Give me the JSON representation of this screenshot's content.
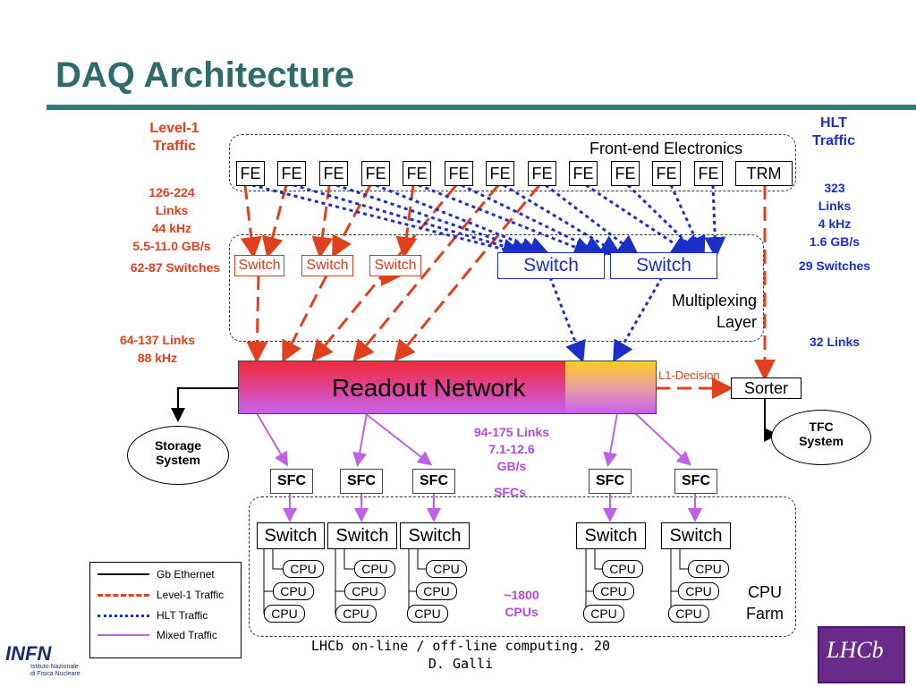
{
  "title": "DAQ Architecture",
  "labels": {
    "level1_traffic": [
      "Level-1",
      "Traffic"
    ],
    "hlt_traffic": [
      "HLT",
      "Traffic"
    ],
    "front_end_electronics": "Front-end Electronics",
    "multiplexing_layer": [
      "Multiplexing",
      "Layer"
    ],
    "readout_network": "Readout Network",
    "l1_decision": "L1-Decision",
    "sorter": "Sorter",
    "tfc_system": [
      "TFC",
      "System"
    ],
    "storage_system": [
      "Storage",
      "System"
    ],
    "cpu_farm": [
      "CPU",
      "Farm"
    ]
  },
  "left_stats": [
    "126-224",
    "Links",
    "44 kHz",
    "5.5-11.0 GB/s"
  ],
  "left_switches": "62-87 Switches",
  "left_links2": [
    "64-137 Links",
    "88 kHz"
  ],
  "right_stats": [
    "323",
    "Links",
    "4 kHz",
    "1.6 GB/s"
  ],
  "right_switches": "29 Switches",
  "right_links2": "32 Links",
  "mid_stats": [
    "94-175 Links",
    "7.1-12.6",
    "GB/s"
  ],
  "sfcs_label": "SFCs",
  "cpus_label": [
    "~1800",
    "CPUs"
  ],
  "fe_label": "FE",
  "trm_label": "TRM",
  "switch_label": "Switch",
  "sfc_label": "SFC",
  "cpu_label": "CPU",
  "legend": [
    {
      "label": "Gb Ethernet",
      "color": "#000000",
      "style": "solid"
    },
    {
      "label": "Level-1 Traffic",
      "color": "#e0401c",
      "style": "dashed"
    },
    {
      "label": "HLT Traffic",
      "color": "#1a2fc8",
      "style": "dotted"
    },
    {
      "label": "Mixed Traffic",
      "color": "#c060e8",
      "style": "solid"
    }
  ],
  "footer": [
    "LHCb on-line / off-line computing. 20",
    "D. Galli"
  ],
  "logo_infn": "INFN",
  "logo_infn_sub": [
    "Istituto Nazionale",
    "di Fisica Nucleare"
  ],
  "logo_lhcb": "LHCb",
  "colors": {
    "title": "#2f6b6b",
    "level1": "#e0401c",
    "hlt": "#1a2fc8",
    "mixed": "#c060e8",
    "rule": "#2f7a7a"
  }
}
